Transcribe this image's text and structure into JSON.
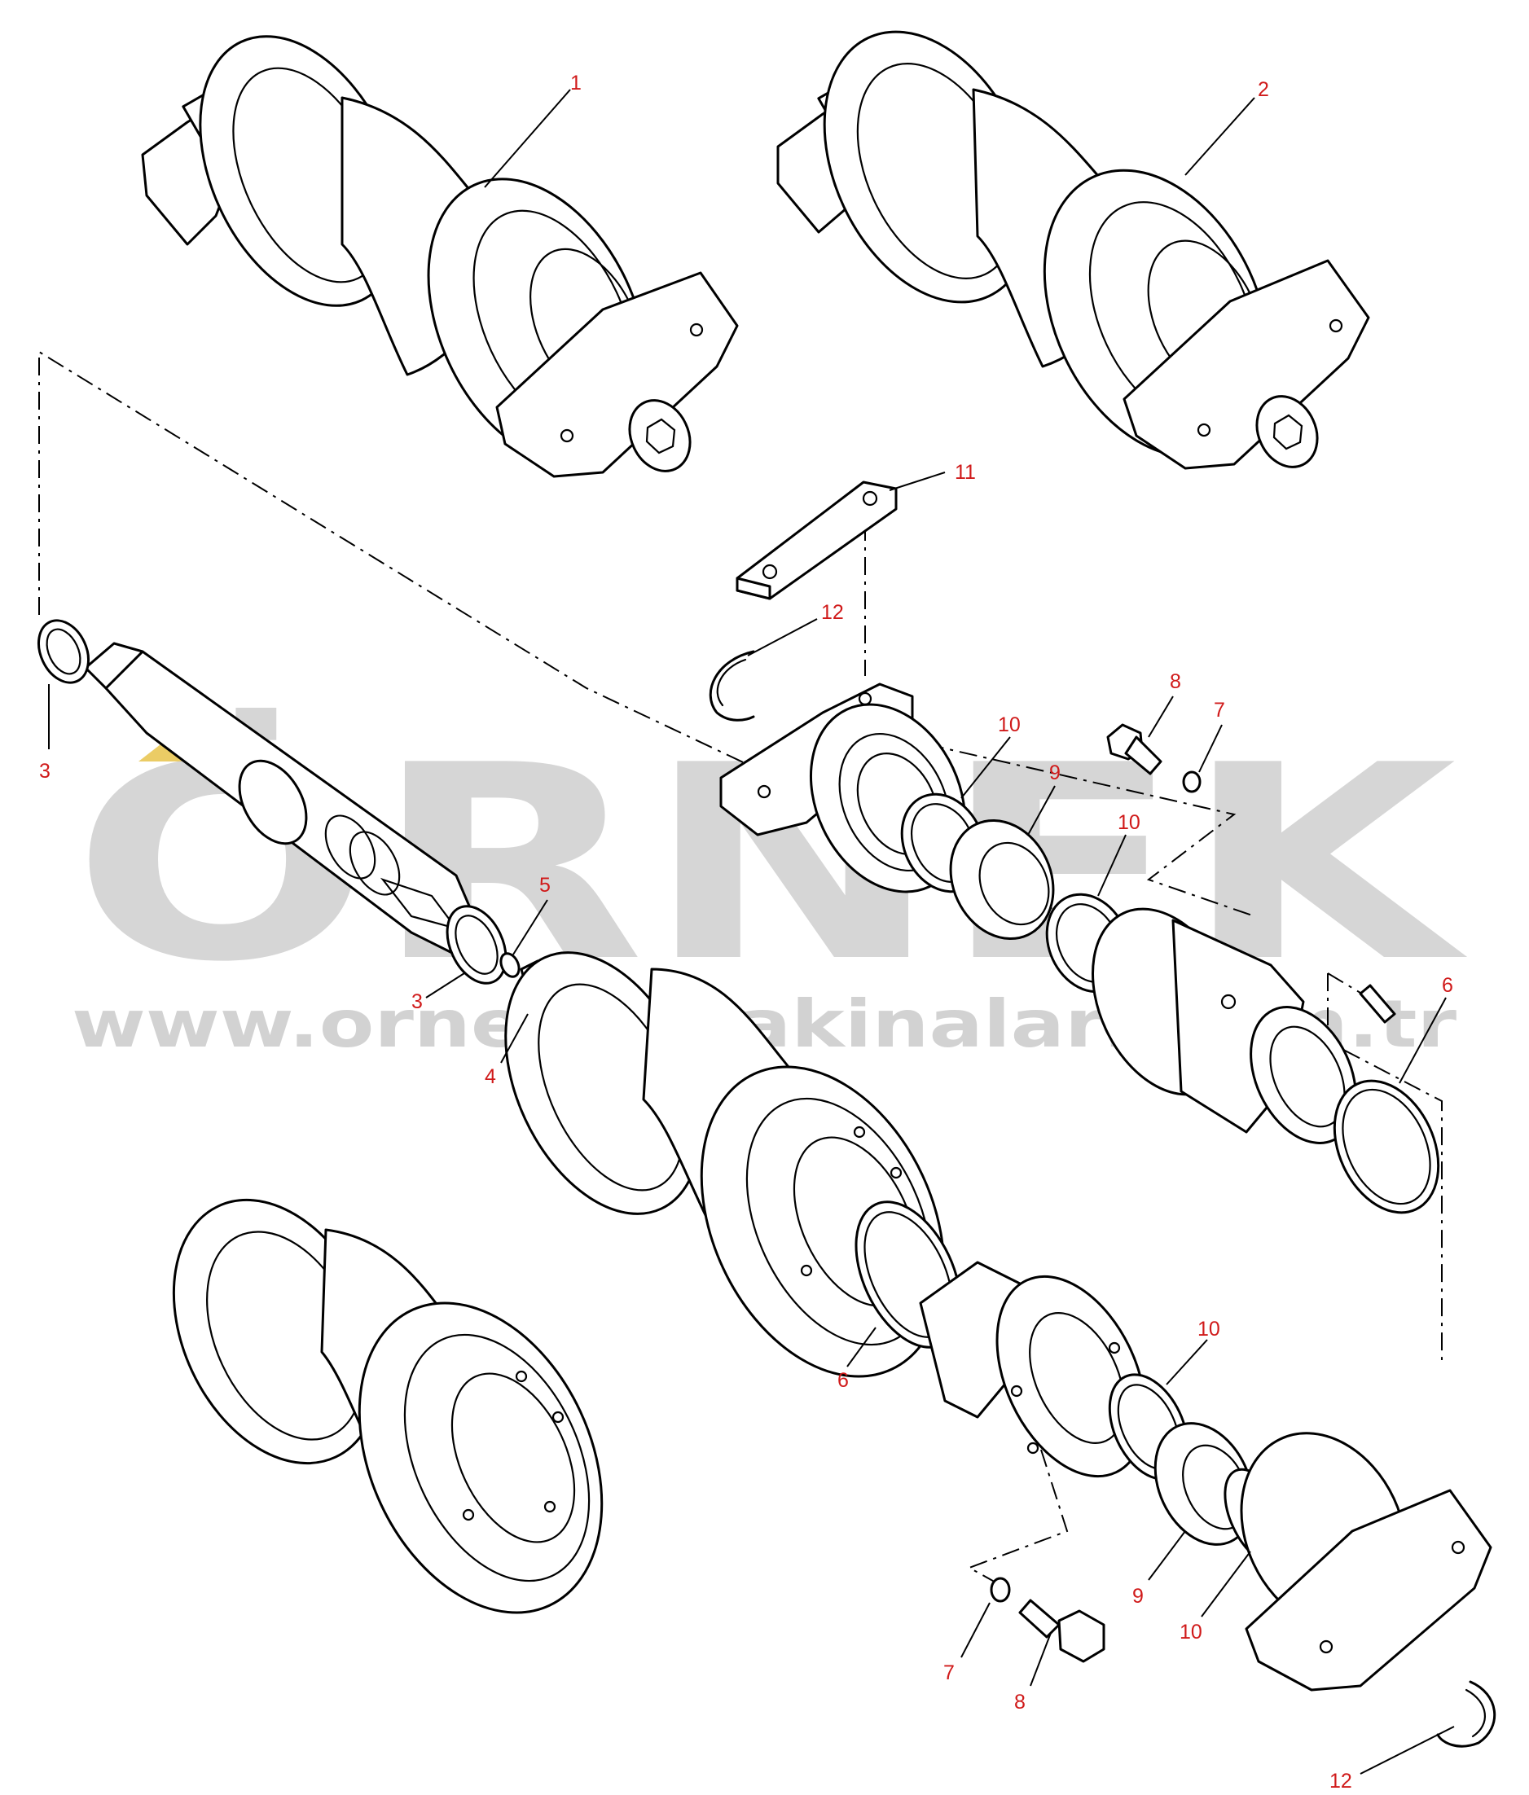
{
  "colors": {
    "callout": "#d01a1a",
    "watermark": "#b5b5b5",
    "watermark_accent": "#e8c34a",
    "line": "#000000",
    "background": "#ffffff"
  },
  "watermark": {
    "brand": "ÖRNEK",
    "url": "www.ornekismakinalari.com.tr"
  },
  "callouts": {
    "c1": "1",
    "c2": "2",
    "c3a": "3",
    "c3b": "3",
    "c4": "4",
    "c5": "5",
    "c6a": "6",
    "c6b": "6",
    "c7a": "7",
    "c7b": "7",
    "c8a": "8",
    "c8b": "8",
    "c9a": "9",
    "c9b": "9",
    "c10a": "10",
    "c10b": "10",
    "c10c": "10",
    "c10d": "10",
    "c11": "11",
    "c12a": "12",
    "c12b": "12"
  }
}
